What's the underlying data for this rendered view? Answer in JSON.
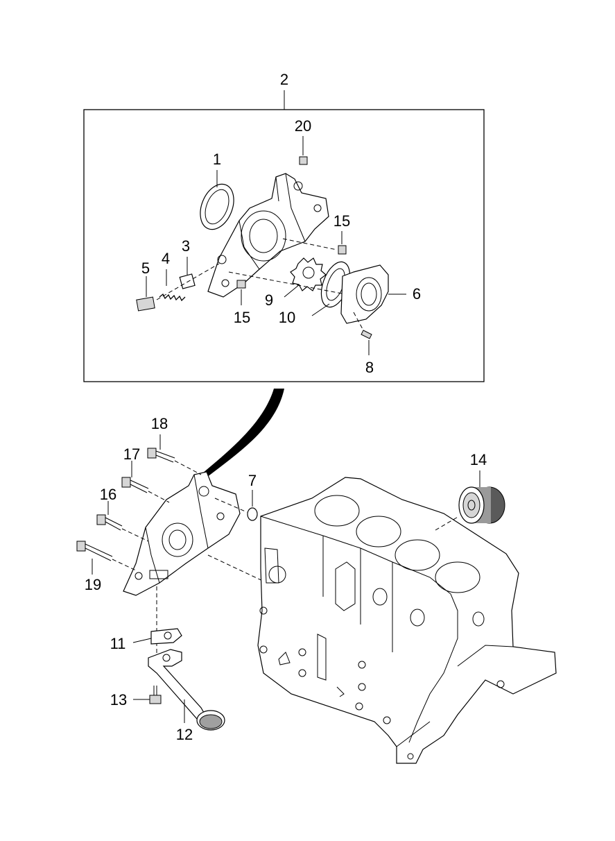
{
  "labels": {
    "l1": "1",
    "l2": "2",
    "l3": "3",
    "l4": "4",
    "l5": "5",
    "l6": "6",
    "l7": "7",
    "l8": "8",
    "l9": "9",
    "l10": "10",
    "l11": "11",
    "l12": "12",
    "l13": "13",
    "l14": "14",
    "l15a": "15",
    "l15b": "15",
    "l16": "16",
    "l17": "17",
    "l18": "18",
    "l19": "19",
    "l20": "20"
  }
}
